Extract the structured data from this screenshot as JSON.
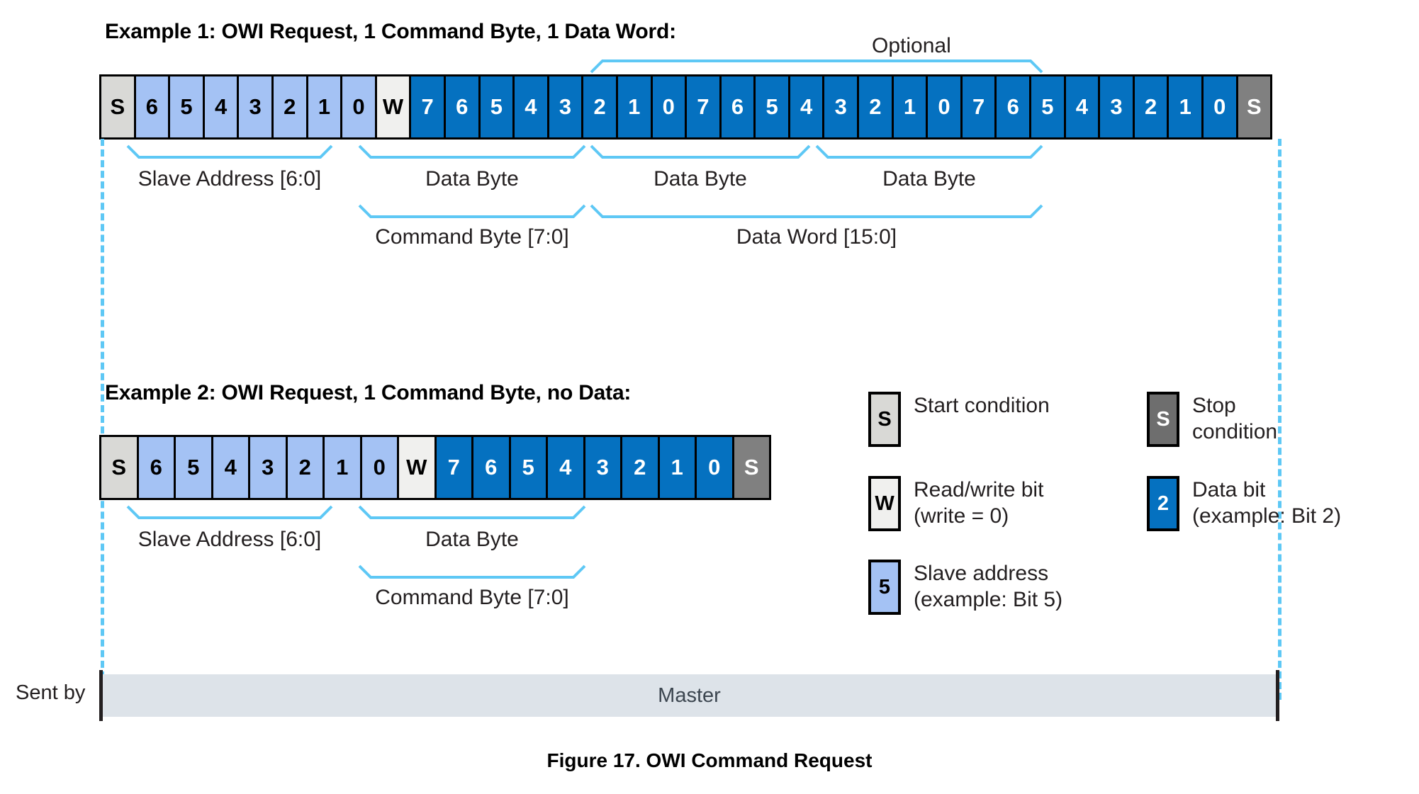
{
  "figure": {
    "caption": "Figure 17.   OWI Command Request",
    "optional_label": "Optional",
    "sent_by_label": "Sent by",
    "sent_by_value": "Master"
  },
  "colors": {
    "start_condition": "#d9d9d6",
    "stop_condition": "#808080",
    "slave_address": "#a4c2f4",
    "read_write_bit": "#f0f0ee",
    "data_bit": "#0571c0",
    "bracket": "#5ec8f5",
    "guide_dashed": "#5ec8f5",
    "master_bar": "#dde3e9",
    "text": "#231f20"
  },
  "example1": {
    "title": "Example 1: OWI Request, 1 Command Byte, 1 Data Word:",
    "cells": [
      {
        "label": "S",
        "type": "start"
      },
      {
        "label": "6",
        "type": "addr"
      },
      {
        "label": "5",
        "type": "addr"
      },
      {
        "label": "4",
        "type": "addr"
      },
      {
        "label": "3",
        "type": "addr"
      },
      {
        "label": "2",
        "type": "addr"
      },
      {
        "label": "1",
        "type": "addr"
      },
      {
        "label": "0",
        "type": "addr"
      },
      {
        "label": "W",
        "type": "rw"
      },
      {
        "label": "7",
        "type": "data"
      },
      {
        "label": "6",
        "type": "data"
      },
      {
        "label": "5",
        "type": "data"
      },
      {
        "label": "4",
        "type": "data"
      },
      {
        "label": "3",
        "type": "data"
      },
      {
        "label": "2",
        "type": "data"
      },
      {
        "label": "1",
        "type": "data"
      },
      {
        "label": "0",
        "type": "data"
      },
      {
        "label": "7",
        "type": "data"
      },
      {
        "label": "6",
        "type": "data"
      },
      {
        "label": "5",
        "type": "data"
      },
      {
        "label": "4",
        "type": "data"
      },
      {
        "label": "3",
        "type": "data"
      },
      {
        "label": "2",
        "type": "data"
      },
      {
        "label": "1",
        "type": "data"
      },
      {
        "label": "0",
        "type": "data"
      },
      {
        "label": "7",
        "type": "data"
      },
      {
        "label": "6",
        "type": "data"
      },
      {
        "label": "5",
        "type": "data"
      },
      {
        "label": "4",
        "type": "data"
      },
      {
        "label": "3",
        "type": "data"
      },
      {
        "label": "2",
        "type": "data"
      },
      {
        "label": "1",
        "type": "data"
      },
      {
        "label": "0",
        "type": "data"
      },
      {
        "label": "S",
        "type": "stop"
      }
    ],
    "labels_row1": [
      "Slave Address [6:0]",
      "Data Byte",
      "Data Byte",
      "Data Byte"
    ],
    "labels_row2": [
      "Command Byte [7:0]",
      "Data Word [15:0]"
    ]
  },
  "example2": {
    "title": "Example 2: OWI Request, 1 Command Byte, no Data:",
    "cells": [
      {
        "label": "S",
        "type": "start"
      },
      {
        "label": "6",
        "type": "addr"
      },
      {
        "label": "5",
        "type": "addr"
      },
      {
        "label": "4",
        "type": "addr"
      },
      {
        "label": "3",
        "type": "addr"
      },
      {
        "label": "2",
        "type": "addr"
      },
      {
        "label": "1",
        "type": "addr"
      },
      {
        "label": "0",
        "type": "addr"
      },
      {
        "label": "W",
        "type": "rw"
      },
      {
        "label": "7",
        "type": "data"
      },
      {
        "label": "6",
        "type": "data"
      },
      {
        "label": "5",
        "type": "data"
      },
      {
        "label": "4",
        "type": "data"
      },
      {
        "label": "3",
        "type": "data"
      },
      {
        "label": "2",
        "type": "data"
      },
      {
        "label": "1",
        "type": "data"
      },
      {
        "label": "0",
        "type": "data"
      },
      {
        "label": "S",
        "type": "stop"
      }
    ],
    "labels_row1": [
      "Slave Address [6:0]",
      "Data Byte"
    ],
    "labels_row2": [
      "Command Byte [7:0]"
    ]
  },
  "legend": [
    {
      "swatch": "S",
      "style": "start",
      "text": "Start condition"
    },
    {
      "swatch": "S",
      "style": "stop",
      "text": "Stop\ncondition"
    },
    {
      "swatch": "W",
      "style": "rw",
      "text": "Read/write bit\n(write = 0)"
    },
    {
      "swatch": "2",
      "style": "data",
      "text": "Data bit\n(example: Bit 2)"
    },
    {
      "swatch": "5",
      "style": "addr",
      "text": "Slave address\n(example: Bit 5)"
    }
  ]
}
